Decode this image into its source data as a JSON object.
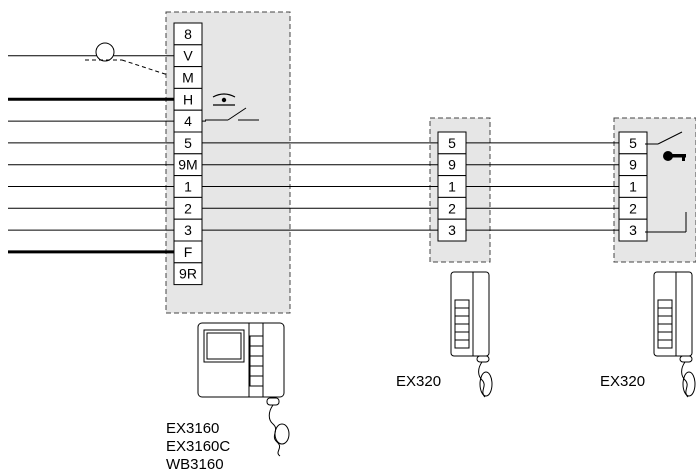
{
  "main_terminals": [
    "8",
    "V",
    "M",
    "H",
    "4",
    "5",
    "9M",
    "1",
    "2",
    "3",
    "F",
    "9R"
  ],
  "left_wire_terminals": [
    "V",
    "H",
    "4",
    "5",
    "9M",
    "1",
    "2",
    "3",
    "F"
  ],
  "thick_wire_terminals": [
    "H",
    "F"
  ],
  "through_rows": [
    "5",
    "9M",
    "1",
    "2",
    "3"
  ],
  "handset_terminals": [
    "5",
    "9",
    "1",
    "2",
    "3"
  ],
  "monitor": {
    "models": [
      "EX3160",
      "EX3160C",
      "WB3160"
    ]
  },
  "handset_1": {
    "model": "EX320"
  },
  "handset_2": {
    "model": "EX320"
  },
  "icons": [
    "bell-push-icon",
    "door-key-icon",
    "relay-switch-icon",
    "lock-release-icon"
  ],
  "colors": {
    "box_fill": "#e6e6e6",
    "line": "#000000"
  }
}
